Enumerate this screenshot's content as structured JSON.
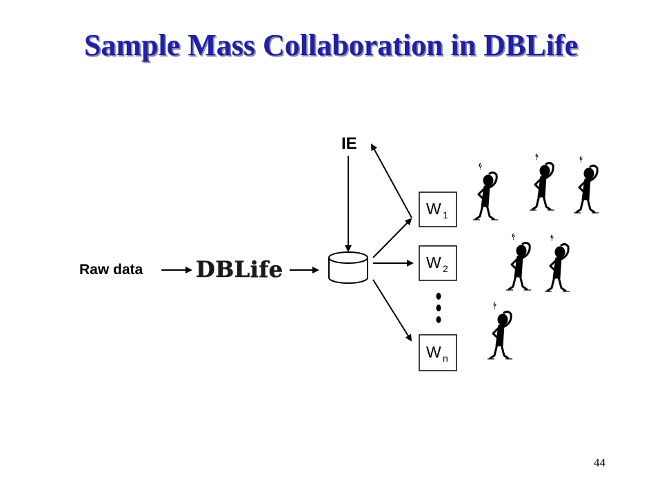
{
  "title": "Sample Mass Collaboration in DBLife",
  "page_number": "44",
  "diagram": {
    "raw_data_label": "Raw data",
    "system_label": "DBLife",
    "ie_label": "IE",
    "wrappers": [
      {
        "letter": "W",
        "subscript": "1"
      },
      {
        "letter": "W",
        "subscript": "2"
      },
      {
        "letter": "W",
        "subscript": "n"
      }
    ],
    "ellipsis": "vertical-dots",
    "database_icon": "cylinder-icon",
    "people_icon": "thinking-person-icon",
    "people_count": 6
  }
}
